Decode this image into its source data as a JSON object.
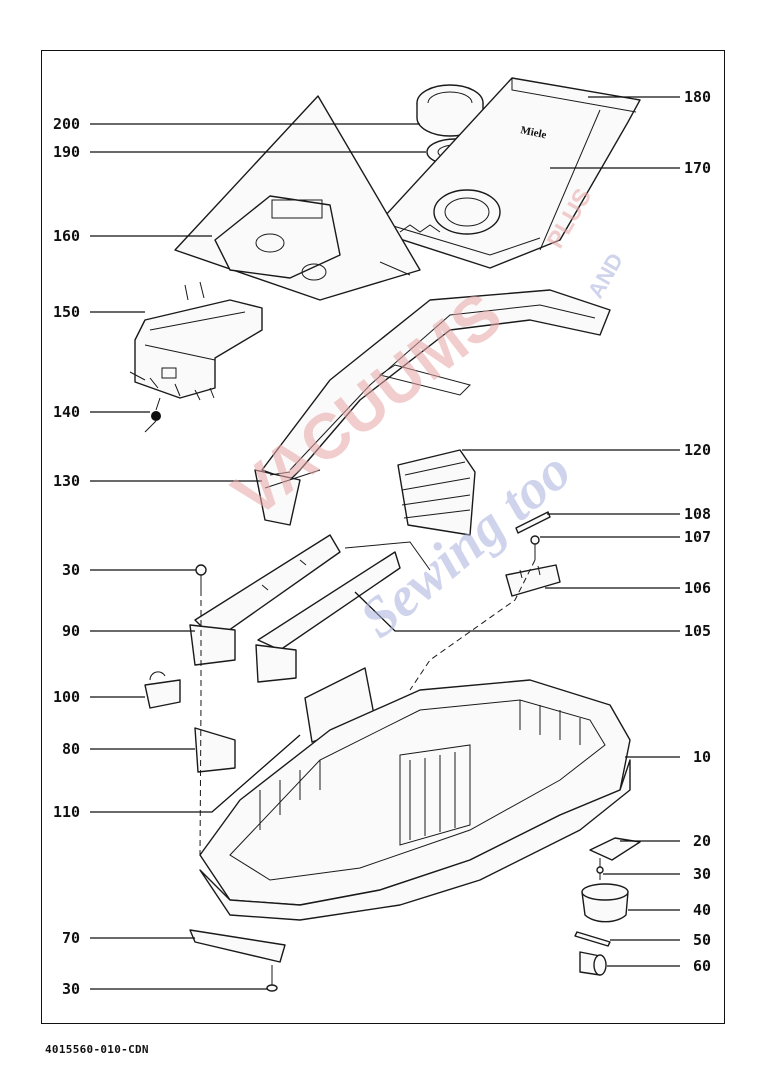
{
  "diagram": {
    "callouts": [
      {
        "id": "180",
        "label": "180"
      },
      {
        "id": "200",
        "label": "200"
      },
      {
        "id": "190",
        "label": "190"
      },
      {
        "id": "170",
        "label": "170"
      },
      {
        "id": "160",
        "label": "160"
      },
      {
        "id": "150",
        "label": "150"
      },
      {
        "id": "140",
        "label": "140"
      },
      {
        "id": "120",
        "label": "120"
      },
      {
        "id": "130",
        "label": "130"
      },
      {
        "id": "108",
        "label": "108"
      },
      {
        "id": "107",
        "label": "107"
      },
      {
        "id": "30a",
        "label": "30"
      },
      {
        "id": "106",
        "label": "106"
      },
      {
        "id": "90",
        "label": "90"
      },
      {
        "id": "105",
        "label": "105"
      },
      {
        "id": "100",
        "label": "100"
      },
      {
        "id": "80",
        "label": "80"
      },
      {
        "id": "10",
        "label": "10"
      },
      {
        "id": "110",
        "label": "110"
      },
      {
        "id": "20",
        "label": "20"
      },
      {
        "id": "30b",
        "label": "30"
      },
      {
        "id": "40",
        "label": "40"
      },
      {
        "id": "70",
        "label": "70"
      },
      {
        "id": "50",
        "label": "50"
      },
      {
        "id": "60",
        "label": "60"
      },
      {
        "id": "30c",
        "label": "30"
      }
    ],
    "bag_brand_text": "Miele",
    "document_number": "4015560-010-CDN"
  },
  "watermark": {
    "line1": "VACUUMS",
    "line2": "Sewing too",
    "small1": "PLUS",
    "small2": "AND",
    "colors": {
      "red": "#e8a6a6",
      "blue": "#a9b2dd"
    }
  }
}
